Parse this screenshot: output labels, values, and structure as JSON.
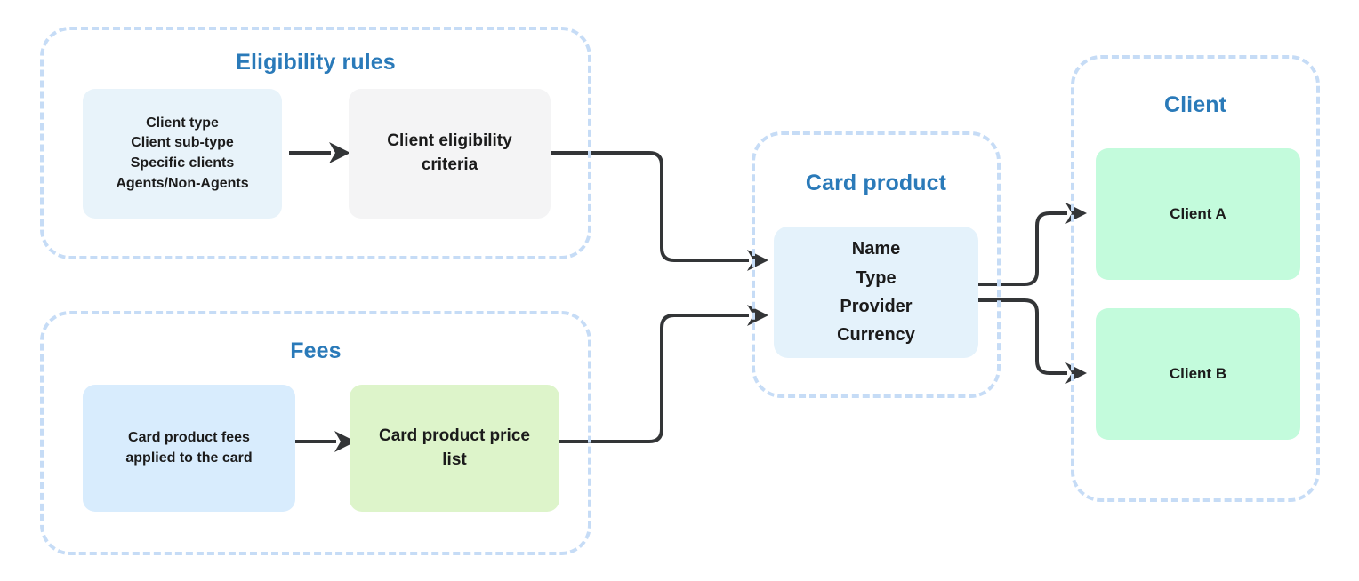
{
  "diagram": {
    "title_color": "#2a7ab9",
    "groups": [
      {
        "id": "eligibility-rules",
        "title": "Eligibility rules",
        "nodes": [
          {
            "id": "client-attributes",
            "lines": [
              "Client type",
              "Client sub-type",
              "Specific clients",
              "Agents/Non-Agents"
            ],
            "color": "#e8f3fa"
          },
          {
            "id": "client-eligibility-criteria",
            "lines": [
              "Client eligibility",
              "criteria"
            ],
            "color": "#f4f4f5"
          }
        ]
      },
      {
        "id": "fees",
        "title": "Fees",
        "nodes": [
          {
            "id": "card-product-fees",
            "lines": [
              "Card product fees",
              "applied to the card"
            ],
            "color": "#d8ecfd"
          },
          {
            "id": "card-product-price-list",
            "lines": [
              "Card product price",
              "list"
            ],
            "color": "#ddf4ca"
          }
        ]
      },
      {
        "id": "card-product",
        "title": "Card product",
        "nodes": [
          {
            "id": "card-product-attributes",
            "lines": [
              "Name",
              "Type",
              "Provider",
              "Currency"
            ],
            "color": "#e4f2fb"
          }
        ]
      },
      {
        "id": "client",
        "title": "Client",
        "nodes": [
          {
            "id": "client-a",
            "lines": [
              "Client A"
            ],
            "color": "#c3fbdc"
          },
          {
            "id": "client-b",
            "lines": [
              "Client B"
            ],
            "color": "#c3fbdc"
          }
        ]
      }
    ],
    "connectors": [
      {
        "id": "attrs-to-criteria",
        "from": "client-attributes",
        "to": "client-eligibility-criteria",
        "style": "straight-arrow"
      },
      {
        "id": "fees-to-price-list",
        "from": "card-product-fees",
        "to": "card-product-price-list",
        "style": "straight-arrow"
      },
      {
        "id": "criteria-to-cardproduct",
        "from": "client-eligibility-criteria",
        "to": "card-product-attributes",
        "style": "elbow-arrow"
      },
      {
        "id": "pricelist-to-cardproduct",
        "from": "card-product-price-list",
        "to": "card-product-attributes",
        "style": "elbow-arrow"
      },
      {
        "id": "cardproduct-to-client-a",
        "from": "card-product-attributes",
        "to": "client-a",
        "style": "elbow-arrow"
      },
      {
        "id": "cardproduct-to-client-b",
        "from": "card-product-attributes",
        "to": "client-b",
        "style": "elbow-arrow"
      }
    ]
  }
}
